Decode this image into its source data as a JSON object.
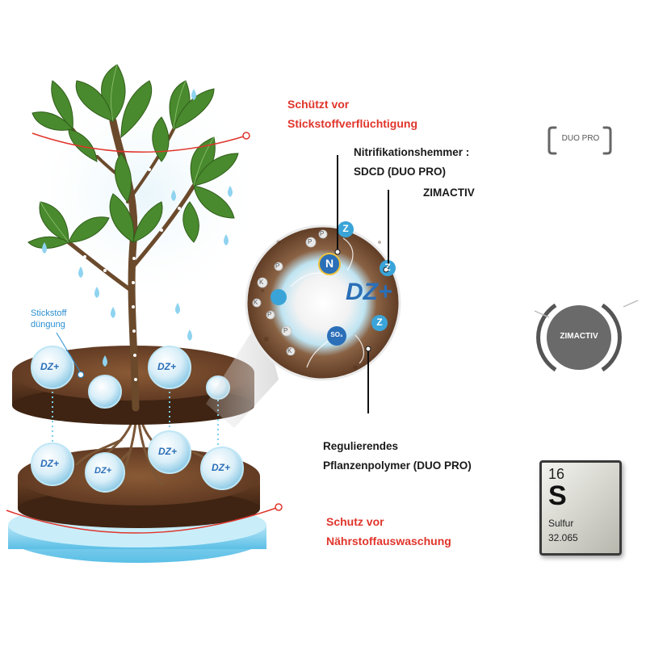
{
  "annotations": {
    "volatilization": [
      "Schützt vor",
      "Stickstoffverflüchtigung"
    ],
    "nitrification": [
      "Nitrifikationshemmer :",
      "SDCD (DUO PRO)"
    ],
    "zimactiv": "ZIMACTIV",
    "polymer": [
      "Regulierendes",
      "Pflanzenpolymer (DUO PRO)"
    ],
    "leaching": [
      "Schutz vor",
      "Nährstoffauswaschung"
    ],
    "fertilization": [
      "Stickstoff",
      "düngung"
    ]
  },
  "zoom": {
    "center_label": "DZ+",
    "ions": [
      "N",
      "Z",
      "Z",
      "Z",
      "SO₃"
    ],
    "particles": [
      "P",
      "K",
      "P",
      "P",
      "K",
      "P",
      "K",
      "P"
    ]
  },
  "granule_label": "DZ+",
  "logos": {
    "duo_pro": "DUO PRO",
    "zimactiv": "ZIMACTIV"
  },
  "element_tile": {
    "number": "16",
    "symbol": "S",
    "name": "Sulfur",
    "mass": "32.065"
  },
  "colors": {
    "red_text": "#e0352b",
    "blue_accent": "#2a8fd0",
    "leaf_green": "#4a8a2e",
    "soil_brown": "#6b4226",
    "water_blue": "#8fd3f0"
  }
}
